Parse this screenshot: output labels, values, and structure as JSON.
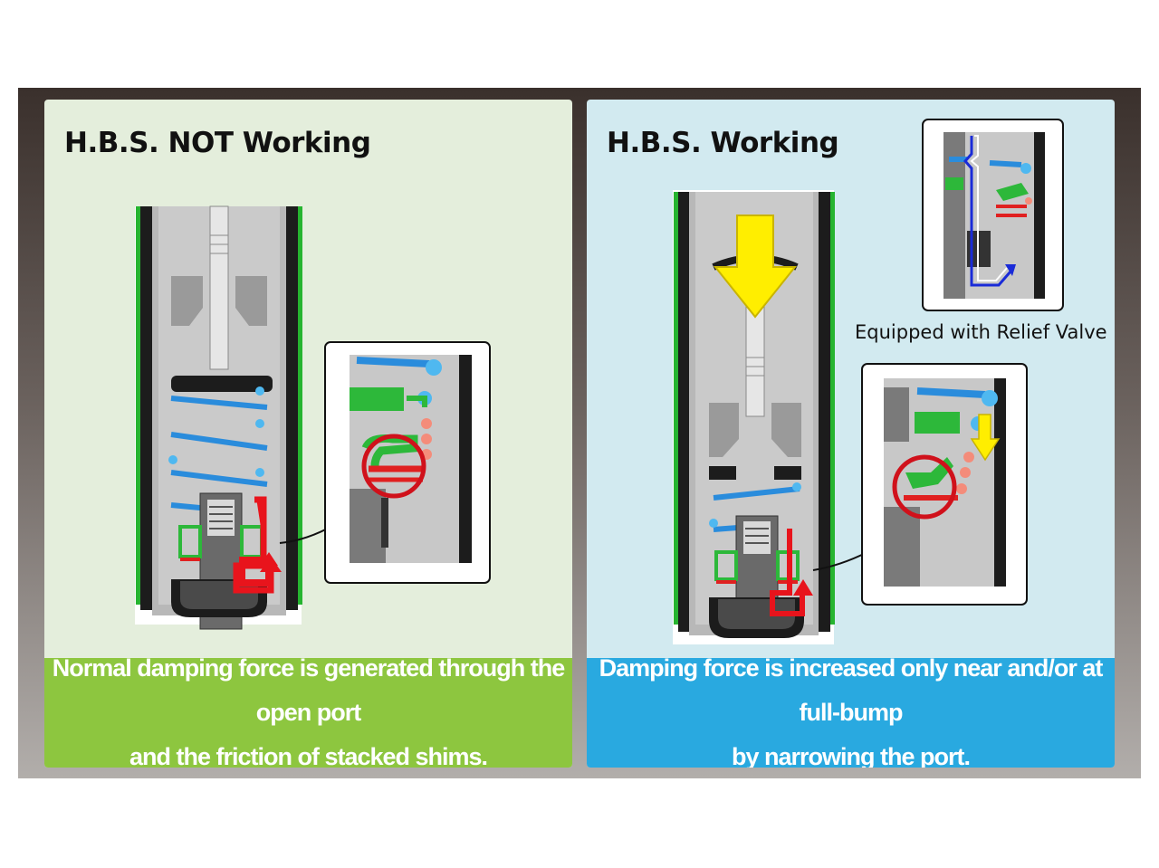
{
  "left_panel": {
    "title": "H.B.S. NOT Working",
    "caption_line1": "Normal damping force is generated through the open port",
    "caption_line2": "and the friction of stacked shims.",
    "color": "#8dc63f"
  },
  "right_panel": {
    "title": "H.B.S. Working",
    "caption_line1": "Damping force is increased only near and/or at full-bump",
    "caption_line2": "by narrowing the port.",
    "relief_label": "Equipped with Relief Valve",
    "color": "#29a9e0"
  },
  "colors": {
    "spring": "#2a8cdc",
    "shim_green": "#2db83a",
    "shim_red": "#e02020",
    "highlight_ring": "#d0111b",
    "flow_arrow": "#e8141c",
    "force_arrow": "#ffee00",
    "relief_flow": "#1a2bd8"
  },
  "icons": [
    "force-arrow-icon",
    "flow-arrow-icon",
    "highlight-ring-icon",
    "relief-flow-arrow-icon"
  ]
}
